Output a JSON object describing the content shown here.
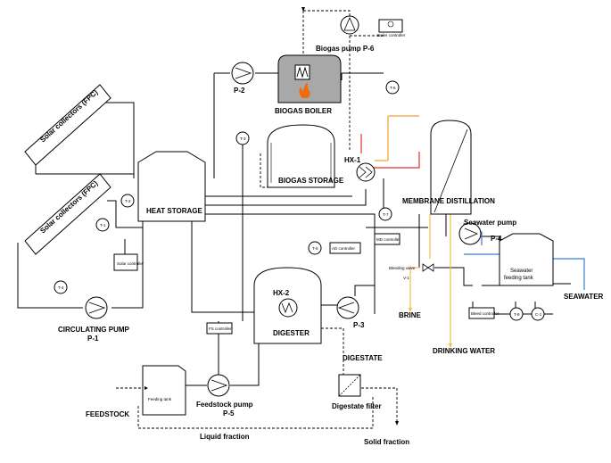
{
  "diagram": {
    "equipment": {
      "biogas_pump": "Biogas pump P-6",
      "boiler_controller": "Boiler controller",
      "biogas_boiler": "BIOGAS BOILER",
      "pump_p2": "P-2",
      "biogas_storage": "BIOGAS STORAGE",
      "hx1": "HX-1",
      "heat_storage": "HEAT STORAGE",
      "solar_collectors_top": "Solar collectors (FPC)",
      "solar_collectors_bottom": "Solar collectors (FPC)",
      "solar_controller": "Solar controller",
      "circulating_pump_line1": "CIRCULATING PUMP",
      "circulating_pump_line2": "P-1",
      "hx2": "HX-2",
      "digester": "DIGESTER",
      "pump_p3": "P-3",
      "ad_controller": "AD controller",
      "feed_controller": "FS controller",
      "feeding_tank": "Feeding tank",
      "feedstock_pump_line1": "Feedstock pump",
      "feedstock_pump_line2": "P-5",
      "digestate_filter": "Digestate filter",
      "membrane_distillation": "MEMBRANE DISTILLATION",
      "md_controller": "MD controller",
      "seawater_pump_line1": "Seawater pump",
      "seawater_pump_line2": "P-4",
      "bleeding_valve_line1": "Bleeding valve",
      "bleeding_valve_line2": "V-1",
      "seawater_tank_line1": "Seawater",
      "seawater_tank_line2": "feeding tank",
      "bleed_controller": "Bleed controller"
    },
    "sensors": {
      "t1": "T-1",
      "t2": "T-2",
      "t3": "T-3",
      "t4": "T-4",
      "t5": "T-5",
      "t6": "T-6",
      "t7": "T-7",
      "t8": "T-8",
      "c1": "C-1"
    },
    "streams": {
      "feedstock": "FEEDSTOCK",
      "digestate": "DIGESTATE",
      "liquid_fraction": "Liquid fraction",
      "solid_fraction": "Solid fraction",
      "brine": "BRINE",
      "drinking_water": "DRINKING WATER",
      "seawater": "SEAWATER"
    },
    "colors": {
      "hot_line": "#e03030",
      "warm_line": "#f0a030",
      "product_line": "#f2c040",
      "seawater_line": "#3a7fd0",
      "boiler_fill": "#a8a8a8",
      "flame": "#f06a10"
    }
  }
}
